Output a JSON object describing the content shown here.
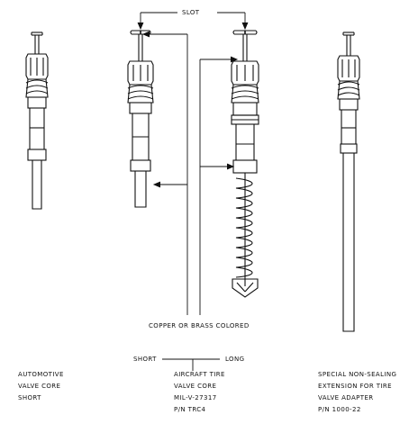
{
  "labels": {
    "slot": "SLOT",
    "color_note": "COPPER OR BRASS COLORED",
    "short": "SHORT",
    "long": "LONG"
  },
  "items": [
    {
      "lines": [
        "AUTOMOTIVE",
        "VALVE CORE",
        "SHORT"
      ]
    },
    {
      "lines": [
        "AIRCRAFT TIRE",
        "VALVE CORE",
        "MIL-V-27317",
        "P/N TRC4"
      ]
    },
    {
      "lines": [
        "SPECIAL NON-SEALING",
        "EXTENSION FOR TIRE",
        "VALVE ADAPTER",
        "P/N 1000-22"
      ]
    }
  ]
}
